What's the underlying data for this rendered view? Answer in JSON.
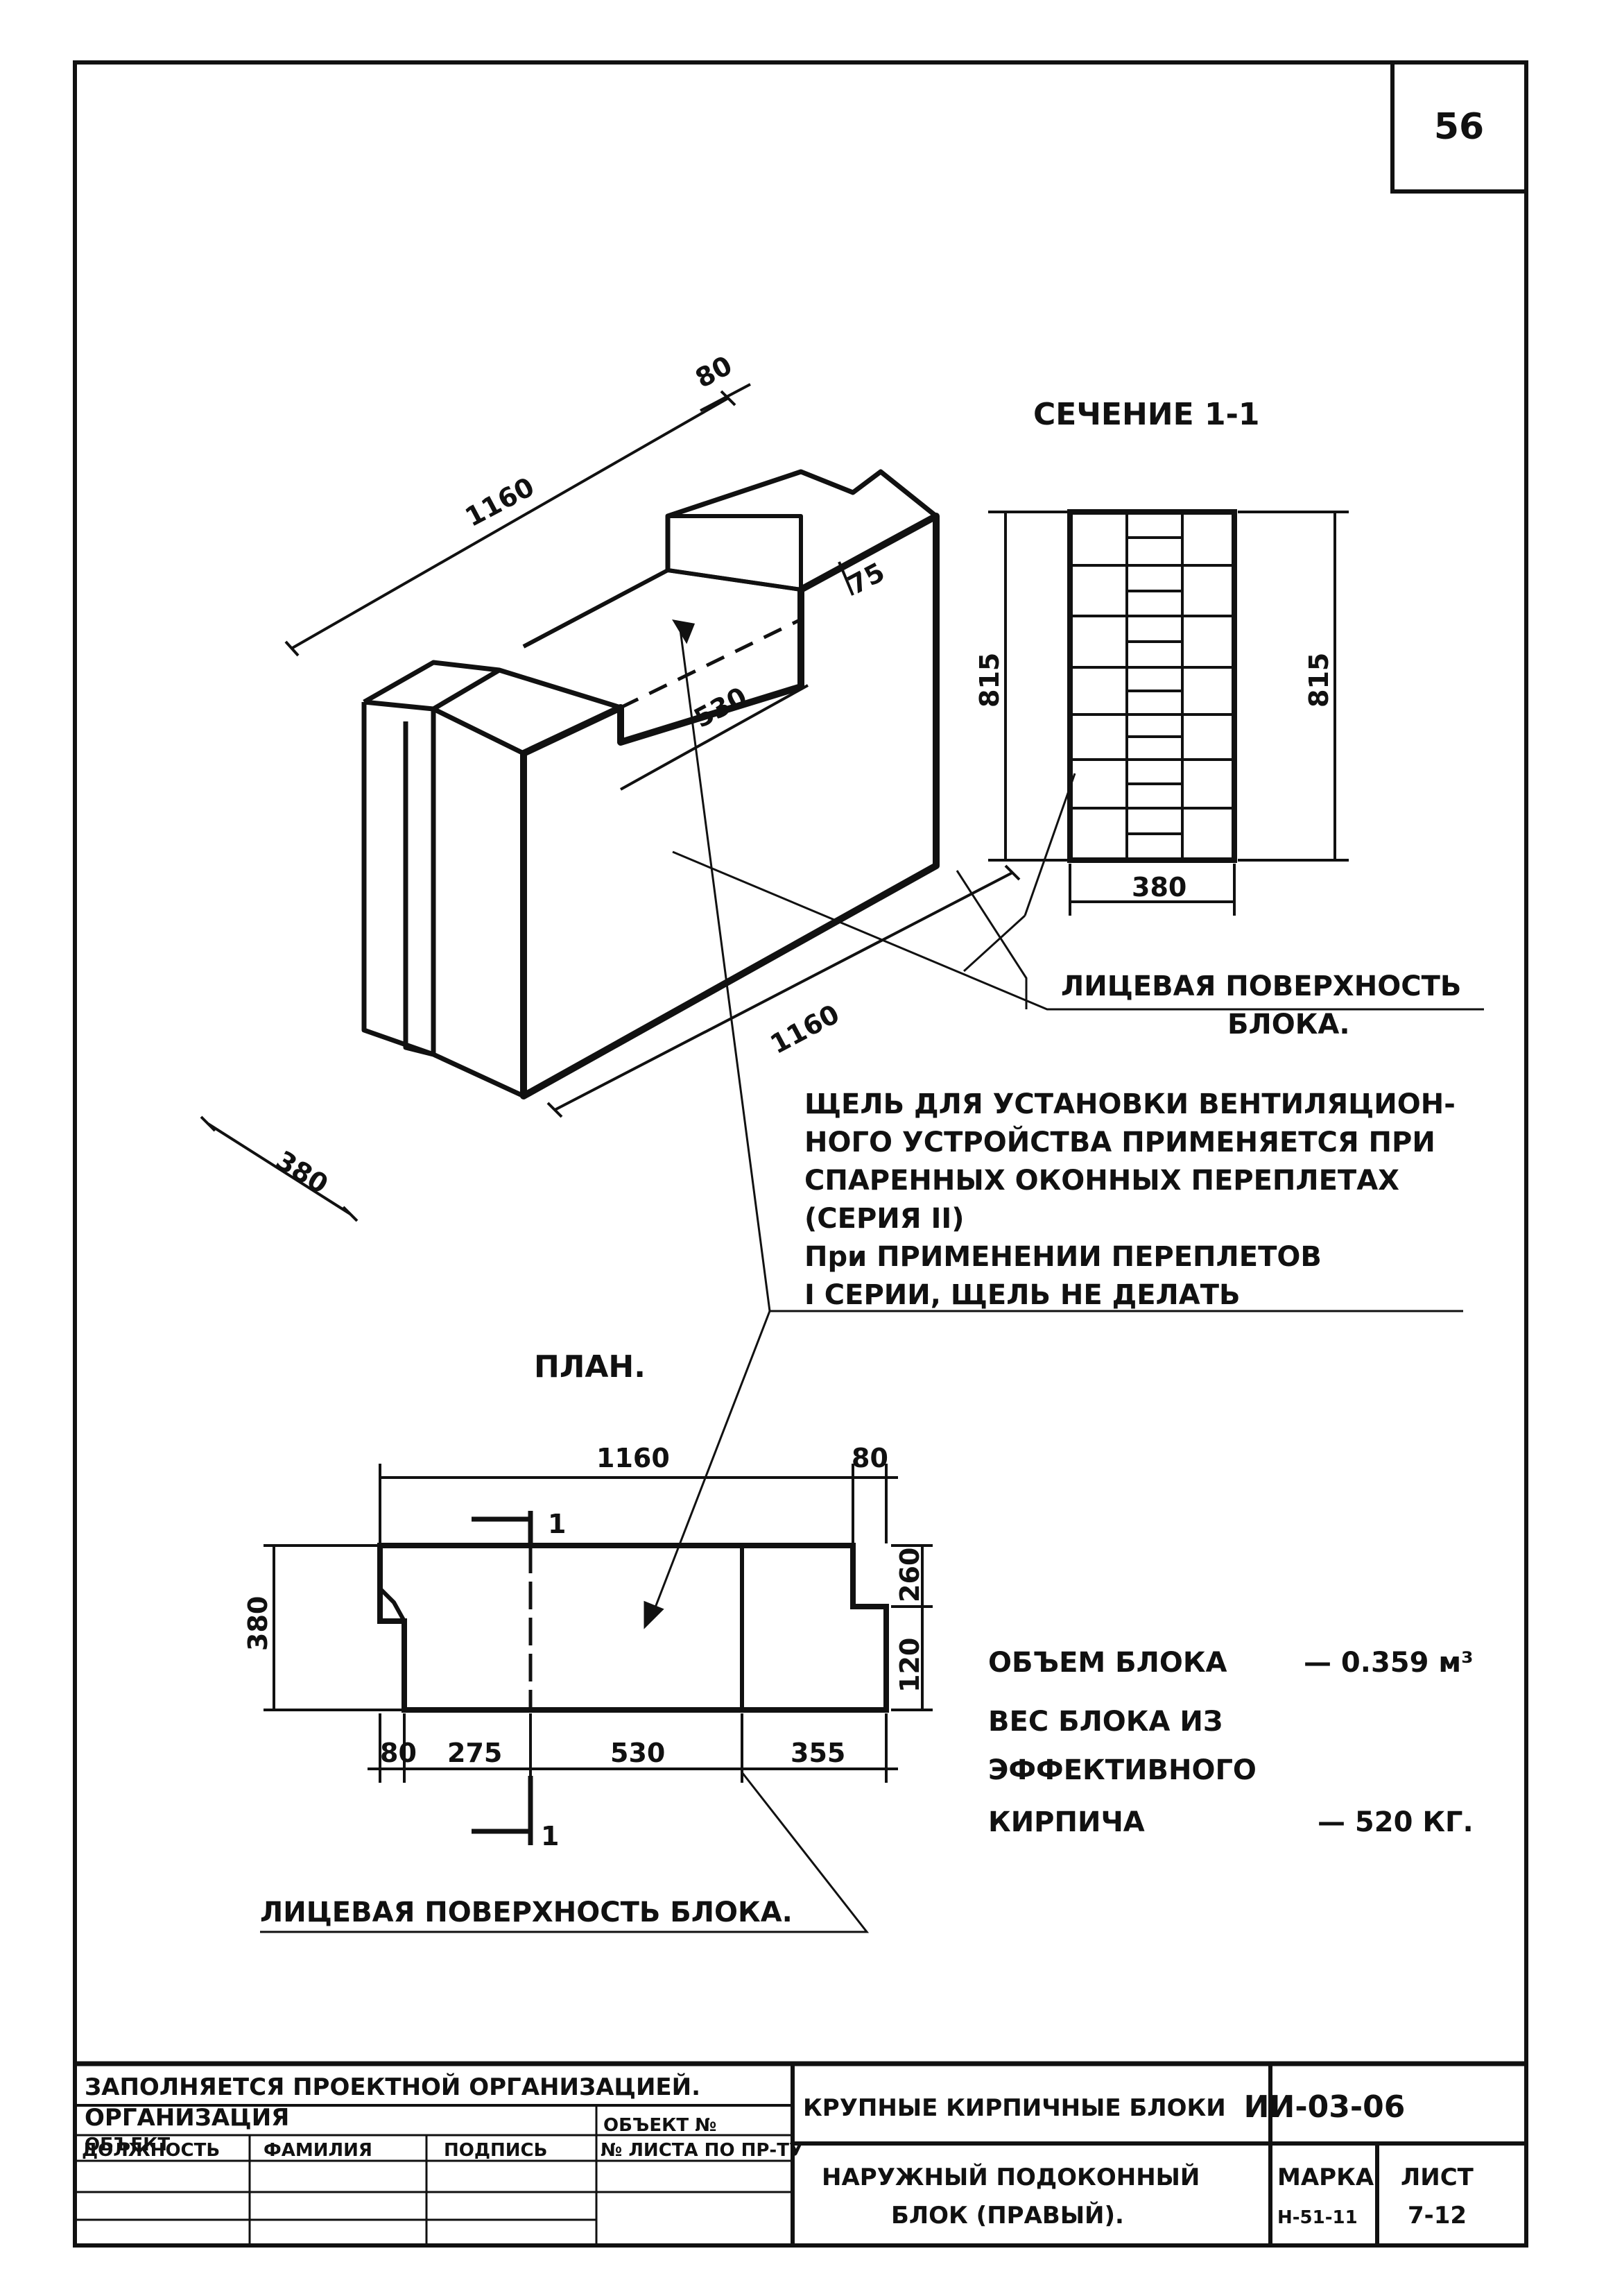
{
  "sheet_number": "56",
  "section": {
    "title": "СЕЧЕНИЕ 1-1",
    "height_left": "815",
    "height_right": "815",
    "width": "380"
  },
  "face_label": {
    "line1": "ЛИЦЕВАЯ ПОВЕРХНОСТЬ",
    "line2": "БЛОКА."
  },
  "iso": {
    "dim_length_top": "1160",
    "dim_thickness_top": "80",
    "dim_slot_depth": "75",
    "dim_slot_width": "530",
    "dim_length_bottom": "1160",
    "dim_depth": "380"
  },
  "note_lines": [
    "ЩЕЛЬ ДЛЯ УСТАНОВКИ ВЕНТИЛЯЦИОН-",
    "НОГО УСТРОЙСТВА ПРИМЕНЯЕТСЯ ПРИ",
    "СПАРЕННЫХ ОКОННЫХ ПЕРЕПЛЕТАХ",
    "(СЕРИЯ II)",
    "При ПРИМЕНЕНИИ ПЕРЕПЛЕТОВ",
    "I СЕРИИ, ЩЕЛЬ НЕ ДЕЛАТЬ"
  ],
  "plan": {
    "title": "ПЛАН.",
    "dim_total": "1160",
    "dim_top_right": "80",
    "dim_height": "380",
    "dim_right_upper": "260",
    "dim_right_lower": "120",
    "dim_bottom": [
      "80",
      "275",
      "530",
      "355"
    ],
    "cut_mark": "1",
    "face_label": "ЛИЦЕВАЯ ПОВЕРХНОСТЬ БЛОКА."
  },
  "specs": [
    {
      "label": "ОБЪЕМ БЛОКА",
      "value": "— 0.359 м³"
    },
    {
      "label": "ВЕС БЛОКА ИЗ",
      "value": ""
    },
    {
      "label": "ЭФФЕКТИВНОГО",
      "value": ""
    },
    {
      "label": "КИРПИЧА",
      "value": "— 520 КГ."
    }
  ],
  "title_block": {
    "fill_note": "ЗАПОЛНЯЕТСЯ ПРОЕКТНОЙ ОРГАНИЗАЦИЕЙ.",
    "org": "ОРГАНИЗАЦИЯ",
    "obj": "ОБЪЕКТ",
    "object_no": "ОБЪЕКТ №",
    "sheet_no_label": "№ ЛИСТА ПО ПР-ТУ",
    "col_position": "ДОЛЖНОСТЬ",
    "col_name": "ФАМИЛИЯ",
    "col_sign": "ПОДПИСЬ",
    "series_title": "КРУПНЫЕ КИРПИЧНЫЕ БЛОКИ",
    "doc_code": "ИИ-03-06",
    "block_name_1": "НАРУЖНЫЙ ПОДОКОННЫЙ",
    "block_name_2": "БЛОК (ПРАВЫЙ).",
    "mark_label": "МАРКА",
    "mark_value": "Н-51-11",
    "sheet_label": "ЛИСТ",
    "sheet_value": "7-12"
  }
}
